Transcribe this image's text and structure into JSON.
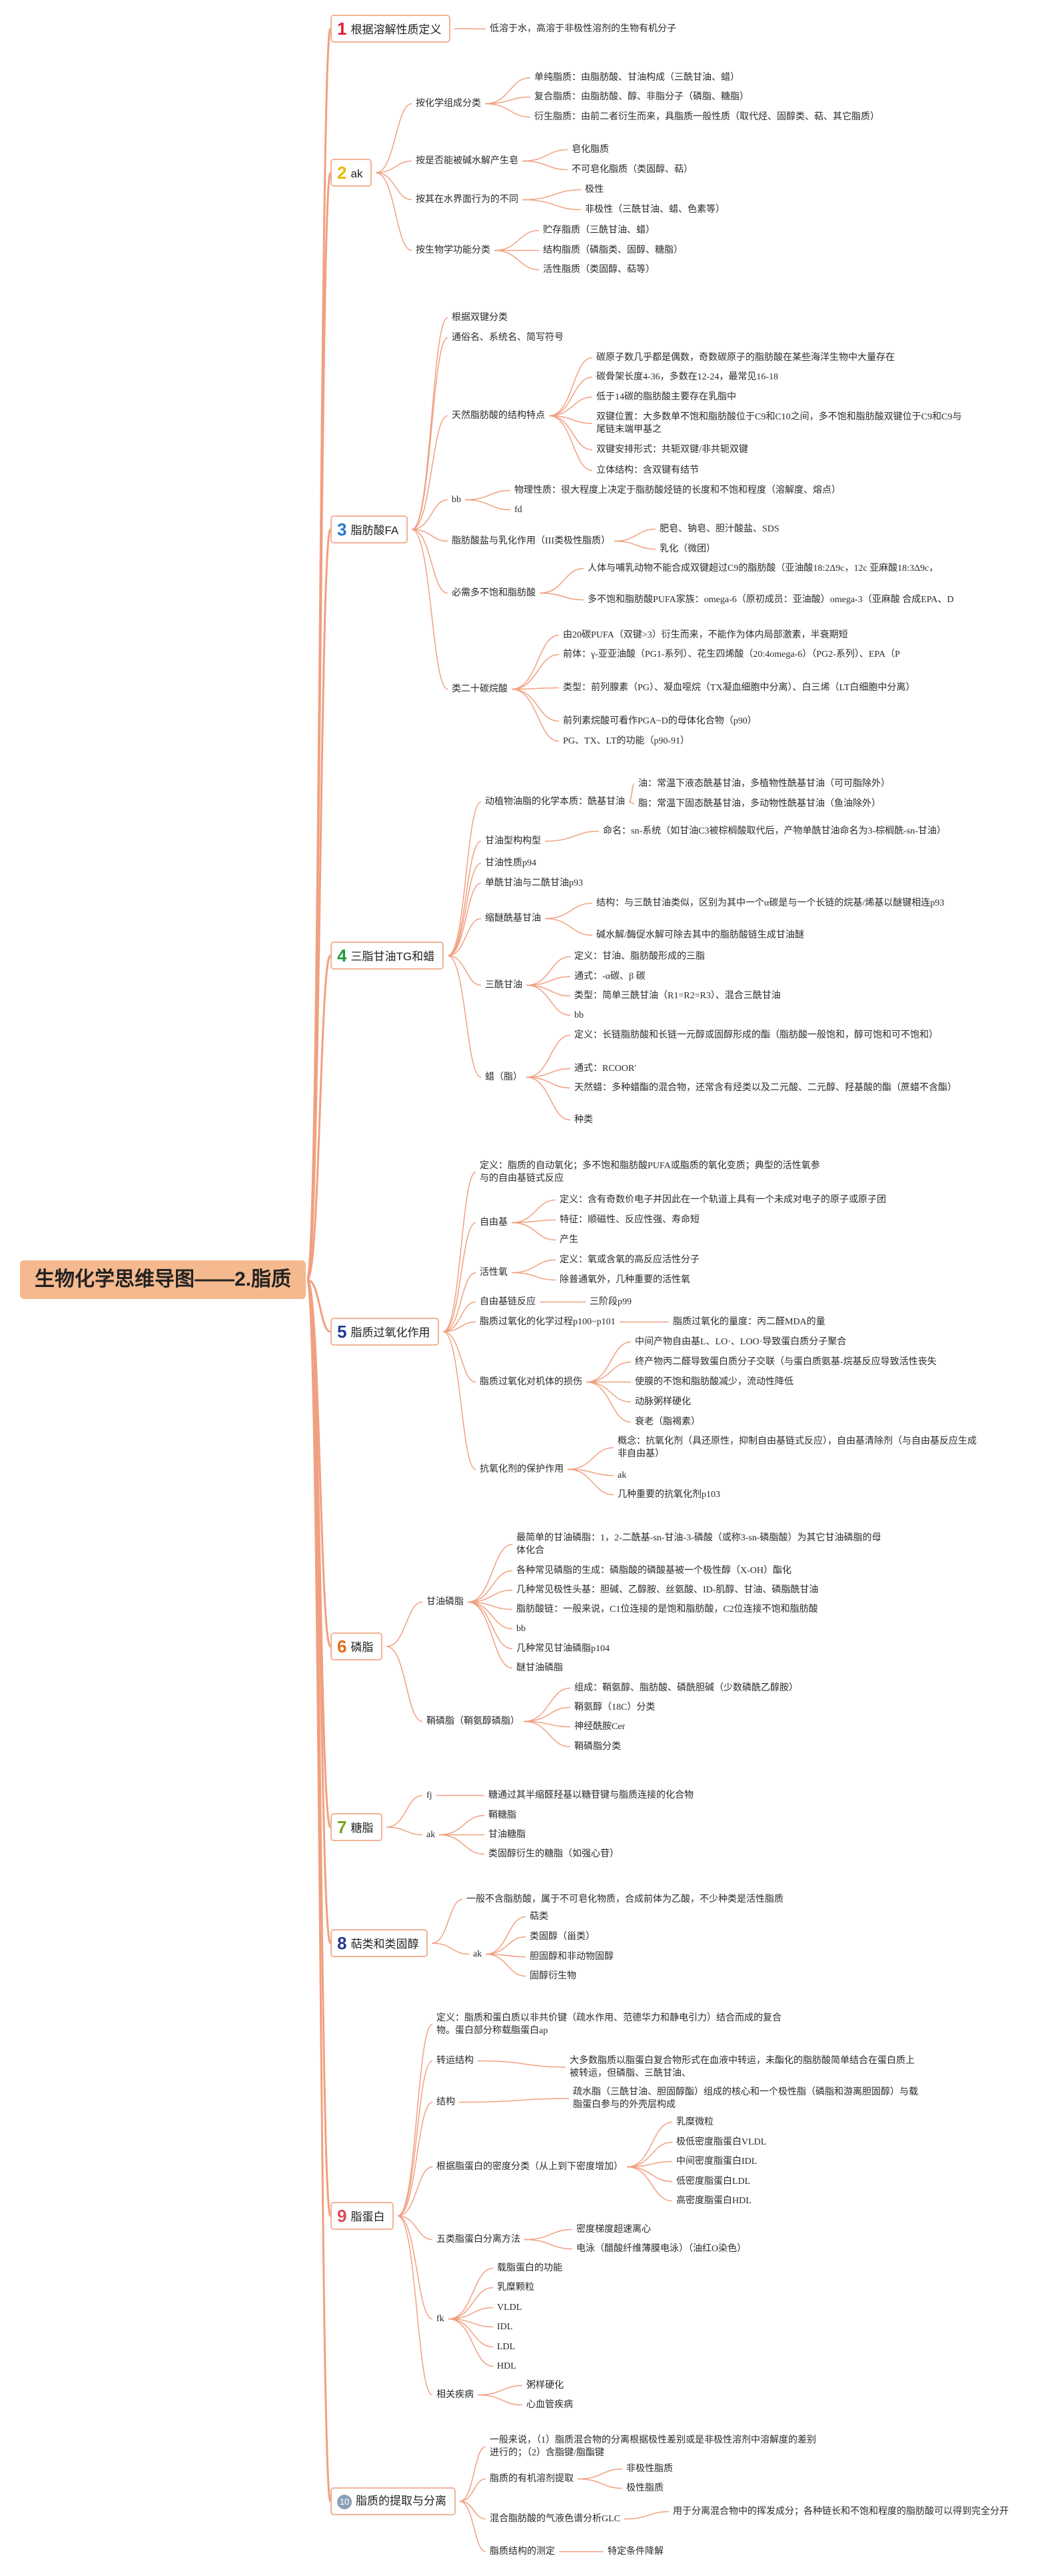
{
  "title": "生物化学思维导图——2.脂质",
  "colors": {
    "line": "#f0a080",
    "root_bg": "#f5b98f",
    "border": "#f2b396"
  },
  "branches": [
    {
      "num": "1",
      "label": "根据溶解性质定义",
      "color": "#d8203a"
    },
    {
      "num": "2",
      "label": "ak",
      "color": "#e9b800"
    },
    {
      "num": "3",
      "label": "脂肪酸FA",
      "color": "#2a78c8"
    },
    {
      "num": "4",
      "label": "三脂甘油TG和蜡",
      "color": "#1f9a3a"
    },
    {
      "num": "5",
      "label": "脂质过氧化作用",
      "color": "#1f3a9a"
    },
    {
      "num": "6",
      "label": "磷脂",
      "color": "#e26b12"
    },
    {
      "num": "7",
      "label": "糖脂",
      "color": "#7aa31a"
    },
    {
      "num": "8",
      "label": "萜类和类固醇",
      "color": "#233a8a"
    },
    {
      "num": "9",
      "label": "脂蛋白",
      "color": "#e04a5a"
    },
    {
      "num": "10",
      "label": "脂质的提取与分离",
      "color": "#8aa0b5"
    }
  ],
  "nodes": [
    "低溶于水，高溶于非极性溶剂的生物有机分子",
    "按化学组成分类",
    "单纯脂质：由脂肪酸、甘油构成（三酰甘油、蜡）",
    "复合脂质：由脂肪酸、醇、非脂分子（磷脂、糖脂）",
    "衍生脂质：由前二者衍生而来，具脂质一般性质（取代烃、固醇类、萜、其它脂质）",
    "按是否能被碱水解产生皂",
    "皂化脂质",
    "不可皂化脂质（类固醇、萜）",
    "按其在水界面行为的不同",
    "极性",
    "非极性（三酰甘油、蜡、色素等）",
    "按生物学功能分类",
    "贮存脂质（三酰甘油、蜡）",
    "结构脂质（磷脂类、固醇、糖脂）",
    "活性脂质（类固醇、萜等）",
    "根据双键分类",
    "通俗名、系统名、简写符号",
    "天然脂肪酸的结构特点",
    "碳原子数几乎都是偶数，奇数碳原子的脂肪酸在某些海洋生物中大量存在",
    "碳骨架长度4-36，多数在12-24，最常见16-18",
    "低于14碳的脂肪酸主要存在乳脂中",
    "双键位置：大多数单不饱和脂肪酸位于C9和C10之间，多不饱和脂肪酸双键位于C9和C9与尾链末端甲基之",
    "双键安排形式：共轭双键/非共轭双键",
    "立体结构：含双键有结节",
    "bb",
    "物理性质：很大程度上决定于脂肪酸烃链的长度和不饱和程度（溶解度、熔点）",
    "fd",
    "脂肪酸盐与乳化作用（III类极性脂质）",
    "肥皂、钠皂、胆汁酸盐、SDS",
    "乳化（微团）",
    "必需多不饱和脂肪酸",
    "人体与哺乳动物不能合成双键超过C9的脂肪酸（亚油酸18:2Δ9c，12c 亚麻酸18:3Δ9c，",
    "多不饱和脂肪酸PUFA家族：omega-6（原初成员：亚油酸）omega-3（亚麻酸 合成EPA、D",
    "类二十碳烷酸",
    "由20碳PUFA（双键>3）衍生而来，不能作为体内局部激素，半衰期短",
    "前体：γ-亚亚油酸（PG1-系列）、花生四烯酸（20:4omega-6）（PG2-系列）、EPA（P",
    "类型：前列腺素（PG）、凝血噁烷（TX凝血细胞中分离）、白三烯（LT白细胞中分离）",
    "前列素烷酸可看作PGA~D的母体化合物（p90）",
    "PG、TX、LT的功能（p90-91）",
    "动植物油脂的化学本质：酰基甘油",
    "油：常温下液态酰基甘油，多植物性酰基甘油（可可脂除外）",
    "脂：常温下固态酰基甘油，多动物性酰基甘油（鱼油除外）",
    "甘油型构构型",
    "命名：sn-系统（如甘油C3被棕榈酸取代后，产物单酰甘油命名为3-棕榈酰-sn-甘油）",
    "甘油性质p94",
    "单酰甘油与二酰甘油p93",
    "缩醚酰基甘油",
    "结构：与三酰甘油类似，区别为其中一个α碳是与一个长链的烷基/烯基以醚键相连p93",
    "碱水解/酶促水解可除去其中的脂肪酸链生成甘油醚",
    "三酰甘油",
    "定义：甘油、脂肪酸形成的三脂",
    "通式：-α碳、β 碳",
    "类型：简单三酰甘油（R1=R2=R3）、混合三酰甘油",
    "bb",
    "蜡（脂）",
    "定义：长链脂肪酸和长链一元醇或固醇形成的酯（脂肪酸一般饱和，醇可饱和可不饱和）",
    "通式：RCOOR'",
    "天然蜡：多种蜡酯的混合物，还常含有烃类以及二元酸、二元醇、羟基酸的酯（蔗蜡不含酯）",
    "种类",
    "定义：脂质的自动氧化；多不饱和脂肪酸PUFA或脂质的氧化变质；典型的活性氧参与的自由基链式反应",
    "自由基",
    "定义：含有奇数价电子并因此在一个轨道上具有一个未成对电子的原子或原子团",
    "特征：顺磁性、反应性强、寿命短",
    "产生",
    "活性氧",
    "定义：氧或含氧的高反应活性分子",
    "除普通氧外，几种重要的活性氧",
    "自由基链反应",
    "三阶段p99",
    "脂质过氧化的化学过程p100~p101",
    "脂质过氧化的量度：丙二醛MDA的量",
    "脂质过氧化对机体的损伤",
    "中间产物自由基L、LO·、LOO·导致蛋白质分子聚合",
    "终产物丙二醛导致蛋白质分子交联（与蛋白质氨基-烷基反应导致活性丧失",
    "使膜的不饱和脂肪酸减少，流动性降低",
    "动脉粥样硬化",
    "衰老（脂褐素）",
    "抗氧化剂的保护作用",
    "概念：抗氧化剂（具还原性，抑制自由基链式反应），自由基清除剂（与自由基反应生成非自由基）",
    "ak",
    "几种重要的抗氧化剂p103",
    "甘油磷脂",
    "最简单的甘油磷脂：1，2-二酰基-sn-甘油-3-磷酸（或称3-sn-磷脂酸）为其它甘油磷脂的母体化合",
    "各种常见磷脂的生成：磷脂酸的磷酸基被一个极性醇（X-OH）酯化",
    "几种常见极性头基：胆碱、乙醇胺、丝氨酸、ID-肌醇、甘油、磷脂酰甘油",
    "脂肪酸链：一般来说，C1位连接的是饱和脂肪酸，C2位连接不饱和脂肪酸",
    "bb",
    "几种常见甘油磷脂p104",
    "醚甘油磷脂",
    "鞘磷脂（鞘氨醇磷脂）",
    "组成：鞘氨醇、脂肪酸、磷酰胆碱（少数磷酰乙醇胺）",
    "鞘氨醇（18C）分类",
    "神经酰胺Cer",
    "鞘磷脂分类",
    "fj",
    "糖通过其半缩醛羟基以糖苷键与脂质连接的化合物",
    "ak",
    "鞘糖脂",
    "甘油糖脂",
    "类固醇衍生的糖脂（如强心苷）",
    "一般不含脂肪酸，属于不可皂化物质，合成前体为乙酸，不少种类是活性脂质",
    "ak",
    "萜类",
    "类固醇（甾类）",
    "胆固醇和非动物固醇",
    "固醇衍生物",
    "定义：脂质和蛋白质以非共价键（疏水作用、范德华力和静电引力）结合而成的复合物。蛋白部分称载脂蛋白ap",
    "转运结构",
    "大多数脂质以脂蛋白复合物形式在血液中转运，未酯化的脂肪酸简单结合在蛋白质上被转运，但磷脂、三酰甘油、",
    "结构",
    "疏水脂（三酰甘油、胆固醇酯）组成的核心和一个极性脂（磷脂和游离胆固醇）与载脂蛋白参与的外壳层构成",
    "根据脂蛋白的密度分类（从上到下密度增加）",
    "乳糜微粒",
    "极低密度脂蛋白VLDL",
    "中间密度脂蛋白IDL",
    "低密度脂蛋白LDL",
    "高密度脂蛋白HDL",
    "五类脂蛋白分离方法",
    "密度梯度超速离心",
    "电泳（醋酸纤维薄膜电泳）（油红O染色）",
    "fk",
    "载脂蛋白的功能",
    "乳糜颗粒",
    "VLDL",
    "IDL",
    "LDL",
    "HDL",
    "相关疾病",
    "粥样硬化",
    "心血管疾病",
    "一般来说，（1）脂质混合物的分离根据极性差别或是非极性溶剂中溶解度的差别进行的；（2）含脂键/脂酯键",
    "脂质的有机溶剂提取",
    "非极性脂质",
    "极性脂质",
    "混合脂肪酸的气液色谱分析GLC",
    "用于分离混合物中的挥发成分；各种链长和不饱和程度的脂肪酸可以得到完全分开",
    "脂质结构的测定",
    "特定条件降解"
  ]
}
